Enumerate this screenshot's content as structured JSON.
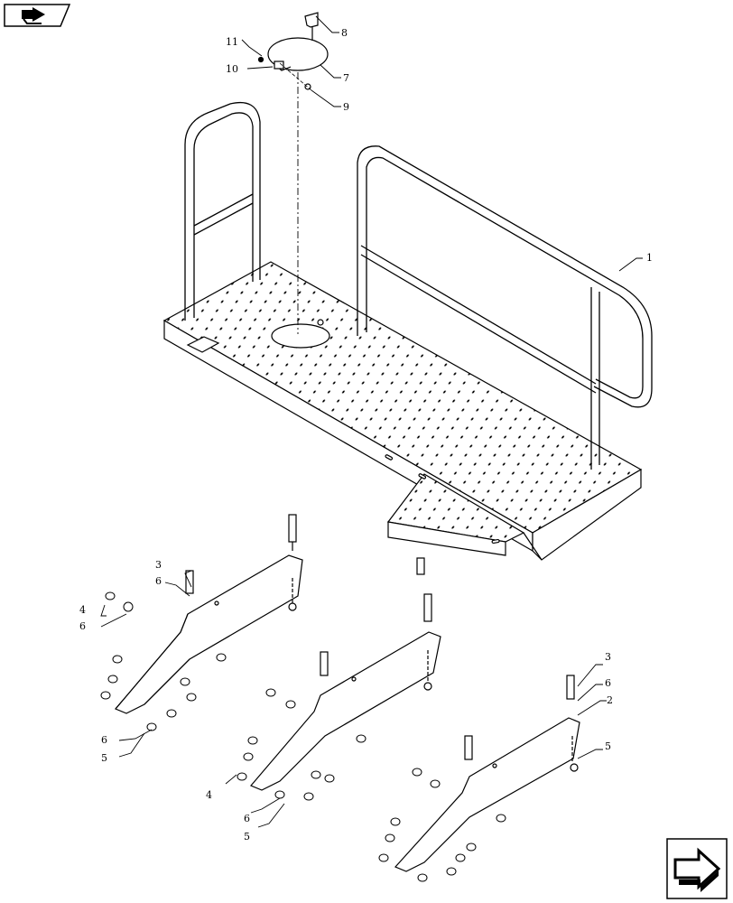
{
  "diagram": {
    "callouts": {
      "c1": "1",
      "c2": "2",
      "c3a": "3",
      "c3b": "3",
      "c4a": "4",
      "c4b": "4",
      "c5a": "5",
      "c5b": "5",
      "c5c": "5",
      "c6a": "6",
      "c6b": "6",
      "c6c": "6",
      "c6d": "6",
      "c7": "7",
      "c8": "8",
      "c9": "9",
      "c10": "10",
      "c11": "11"
    }
  },
  "navigation": {
    "back_icon": "back-arrow-icon",
    "forward_icon": "forward-arrow-icon"
  },
  "colors": {
    "line": "#000000",
    "background": "#ffffff"
  }
}
